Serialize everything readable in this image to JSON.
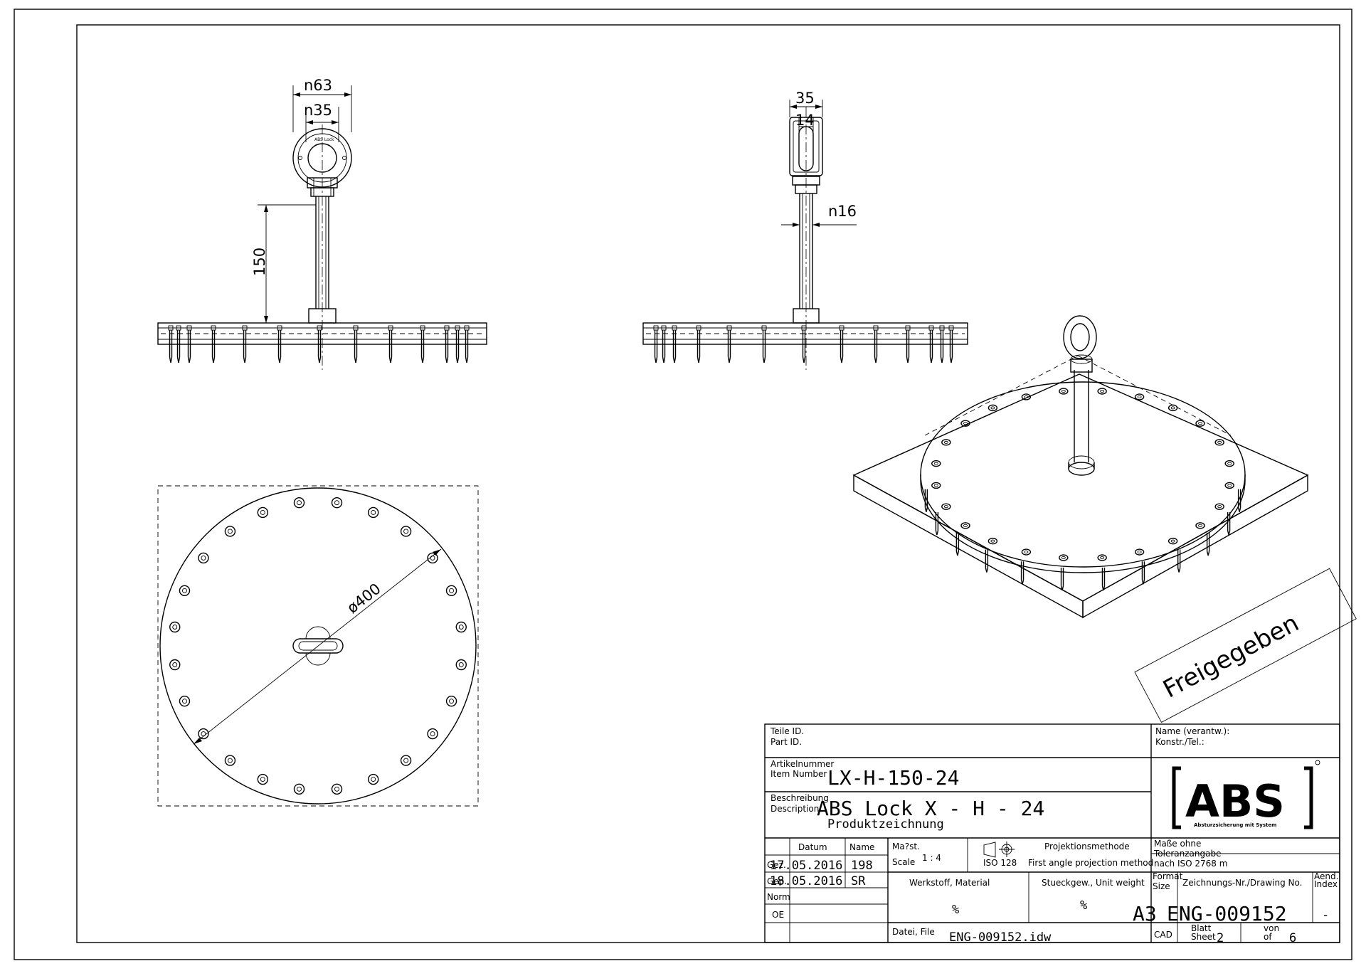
{
  "dimensions": {
    "front_outer_diameter": "n63",
    "front_inner_diameter": "n35",
    "front_height": "150",
    "side_width": "35",
    "side_slot": "14",
    "side_rod": "n16",
    "plate_diameter": "ø400"
  },
  "stamp": "Freigegeben",
  "title_block": {
    "part_id_de": "Teile ID.",
    "part_id_en": "Part ID.",
    "responsible_de": "Name (verantw.):",
    "responsible_en": "Konstr./Tel.:",
    "article_de": "Artikelnummer",
    "article_en": "Item Number",
    "article_value": "LX-H-150-24",
    "description_de": "Beschreibung",
    "description_en": "Description",
    "description_value": "ABS Lock X - H - 24",
    "description_sub": "Produktzeichnung",
    "logo_text": "ABS",
    "logo_tagline": "Absturzsicherung mit System",
    "col_datum": "Datum",
    "col_name": "Name",
    "row_gez": "Gez.",
    "row_gep": "Gep.",
    "row_norm": "Norm",
    "row_oe": "OE",
    "gez_date": "17.05.2016",
    "gez_name": "198",
    "gep_date": "18.05.2016",
    "gep_name": "SR",
    "scale_de": "Ma?st.",
    "scale_en": "Scale",
    "scale_value": "1 : 4",
    "projection_de": "Projektionsmethode",
    "projection_iso": "ISO 128",
    "projection_en": "First angle projection method",
    "tolerance_1": "Maße ohne",
    "tolerance_2": "Toleranzangabe",
    "tolerance_3": "nach ISO 2768 m",
    "material_label": "Werkstoff, Material",
    "material_value": "%",
    "weight_label": "Stueckgew., Unit weight",
    "weight_value": "%",
    "format_de": "Format",
    "format_en": "Size",
    "format_value": "A3",
    "drawing_no_label": "Zeichnungs-Nr./Drawing No.",
    "drawing_no_value": "ENG-009152",
    "index_de": "Aend.",
    "index_en": "Index",
    "index_value": "-",
    "file_label": "Datei, File",
    "file_value": "ENG-009152.idw",
    "cad_label": "CAD",
    "sheet_de": "Blatt",
    "sheet_en": "Sheet",
    "sheet_value": "2",
    "of_de": "von",
    "of_en": "of",
    "of_value": "6"
  }
}
